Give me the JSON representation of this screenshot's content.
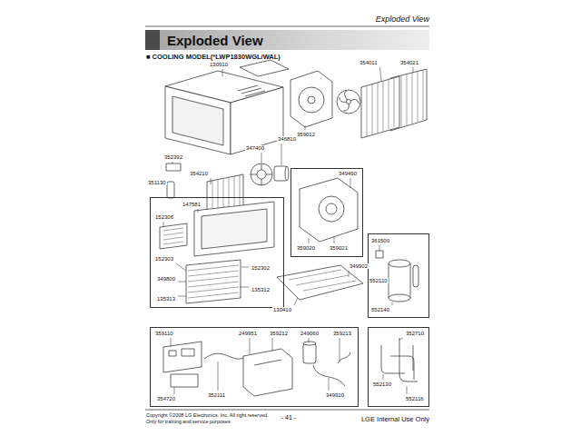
{
  "diagram": {
    "nodes": [
      {
        "text": [
          "Exploded View"
        ]
      },
      {
        "text": [
          "147581",
          "152306",
          "152303",
          "349800",
          "152302",
          "135312",
          "135313"
        ]
      },
      {
        "text": [
          "349490",
          "359020",
          "359021"
        ]
      },
      {
        "text": [
          "361500",
          "552110",
          "552140"
        ]
      },
      {
        "text": [
          "359110",
          "249951",
          "359212",
          "249060",
          "359213",
          "352111",
          "354720",
          "349910"
        ]
      },
      {
        "text": [
          "352710",
          "552130",
          "552116"
        ]
      }
    ],
    "labels": [
      "Exploded View",
      "■ COOLING MODEL(*LWP1830WGL/WAL)",
      "130910",
      "354011",
      "354021",
      "346810",
      "347400",
      "359012",
      "352392",
      "354210",
      "351130",
      "130410",
      "349902",
      "Copyright ©2008 LG Electronics. Inc. All right reserved.",
      "Only for training and service purposes",
      "- 41 -",
      "LGE Internal Use Only"
    ]
  }
}
